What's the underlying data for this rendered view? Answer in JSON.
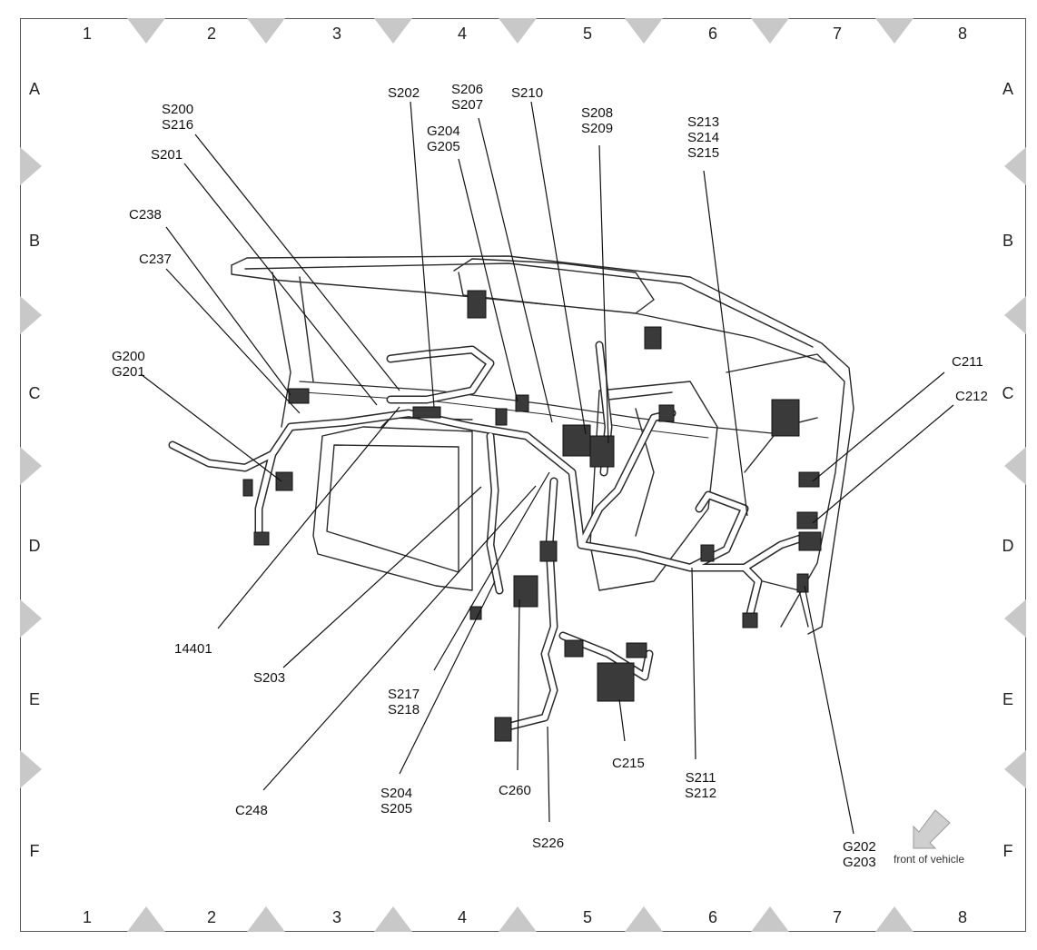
{
  "grid": {
    "columns": [
      "1",
      "2",
      "3",
      "4",
      "5",
      "6",
      "7",
      "8"
    ],
    "rows": [
      "A",
      "B",
      "C",
      "D",
      "E",
      "F"
    ]
  },
  "callouts": {
    "s200_s216": "S200\nS216",
    "s201": "S201",
    "c238": "C238",
    "c237": "C237",
    "g200_g201": "G200\nG201",
    "s202": "S202",
    "g204_g205": "G204\nG205",
    "s206_s207": "S206\nS207",
    "s210": "S210",
    "s208_s209": "S208\nS209",
    "s213_s214_s215": "S213\nS214\nS215",
    "c211": "C211",
    "c212": "C212",
    "n14401": "14401",
    "s203": "S203",
    "c248": "C248",
    "s217_s218": "S217\nS218",
    "s204_s205": "S204\nS205",
    "c260": "C260",
    "s226": "S226",
    "c215": "C215",
    "s211_s212": "S211\nS212",
    "g202_g203": "G202\nG203"
  },
  "orientation": {
    "label": "front of vehicle",
    "arrow_icon": "arrow-down-left-icon"
  },
  "colors": {
    "outline": "#2a2a2a",
    "marker": "#c8c8c8",
    "arrow": "#cfcfcf"
  }
}
